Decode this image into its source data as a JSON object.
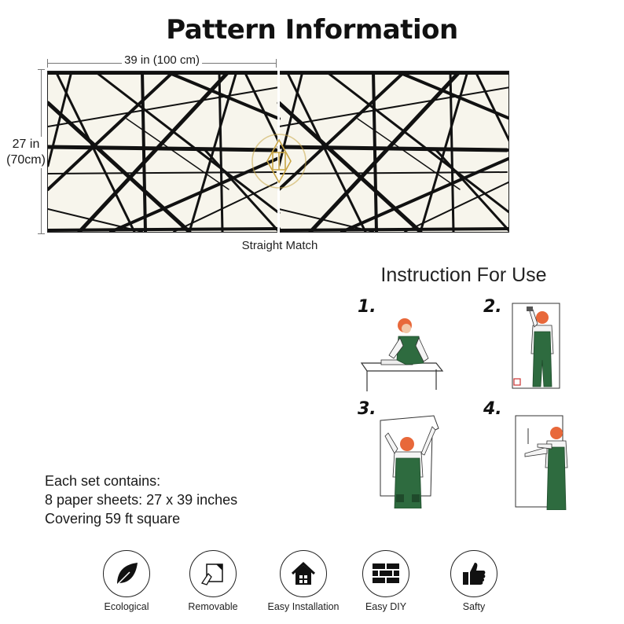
{
  "title": "Pattern Information",
  "dimensions": {
    "width_label": "39 in (100 cm)",
    "height_label_line1": "27 in",
    "height_label_line2": "(70cm)"
  },
  "match_label": "Straight Match",
  "instructions": {
    "title": "Instruction For Use",
    "steps": [
      {
        "number": "1."
      },
      {
        "number": "2."
      },
      {
        "number": "3."
      },
      {
        "number": "4."
      }
    ]
  },
  "set_info": {
    "line1": "Each set contains:",
    "line2": "8 paper sheets: 27 x 39 inches",
    "line3": "Covering 59 ft square"
  },
  "features": [
    {
      "label": "Ecological",
      "icon": "leaf-icon"
    },
    {
      "label": "Removable",
      "icon": "peel-icon"
    },
    {
      "label": "Easy Installation",
      "icon": "house-icon"
    },
    {
      "label": "Easy DIY",
      "icon": "brick-wall-icon"
    },
    {
      "label": "Safty",
      "icon": "thumbs-up-icon"
    }
  ],
  "colors": {
    "overalls_green": "#2e6b3f",
    "hair_orange": "#e8683a",
    "pattern_bg": "#f7f5ec",
    "pattern_line": "#111111",
    "watermark_gold": "#c9a646"
  }
}
